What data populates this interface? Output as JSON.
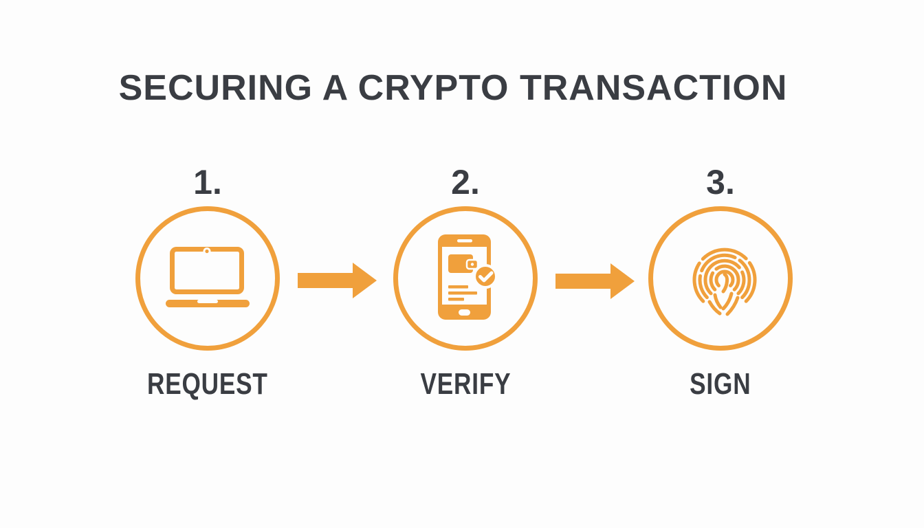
{
  "title": "SECURING A CRYPTO TRANSACTION",
  "colors": {
    "accent_orange": "#F0A03C",
    "text_dark": "#3A3D43",
    "background": "#FDFDFD"
  },
  "steps": [
    {
      "number": "1.",
      "label": "REQUEST",
      "icon": "laptop-icon"
    },
    {
      "number": "2.",
      "label": "VERIFY",
      "icon": "phone-wallet-check-icon"
    },
    {
      "number": "3.",
      "label": "SIGN",
      "icon": "fingerprint-icon"
    }
  ],
  "arrows": [
    {
      "icon": "right-arrow-icon"
    },
    {
      "icon": "right-arrow-icon"
    }
  ]
}
